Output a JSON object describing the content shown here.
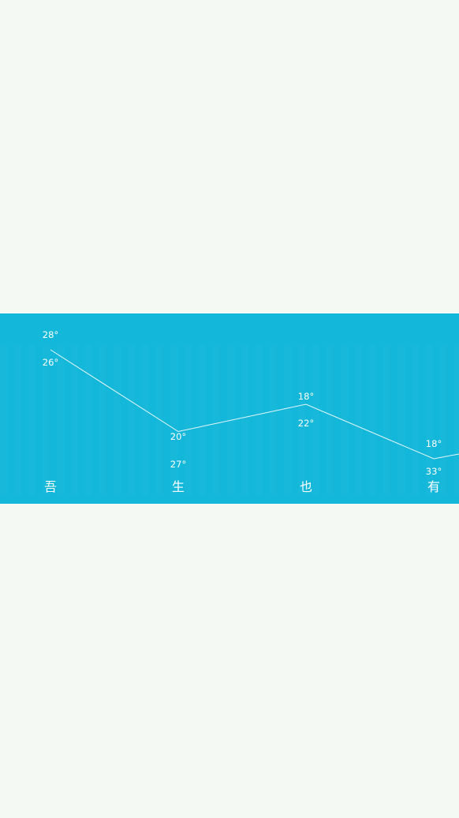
{
  "colors": {
    "page_background": "#f5f9f4",
    "panel_background": "#13b7da",
    "line": "#ffffff",
    "text": "#ffffff"
  },
  "forecast": {
    "days": [
      {
        "day": "吾",
        "high": "28°",
        "low": "26°",
        "value": 26
      },
      {
        "day": "生",
        "high": "20°",
        "low": "27°",
        "value": 20
      },
      {
        "day": "也",
        "high": "18°",
        "low": "22°",
        "value": 22
      },
      {
        "day": "有",
        "high": "18°",
        "low": "33°",
        "value": 18
      }
    ]
  }
}
